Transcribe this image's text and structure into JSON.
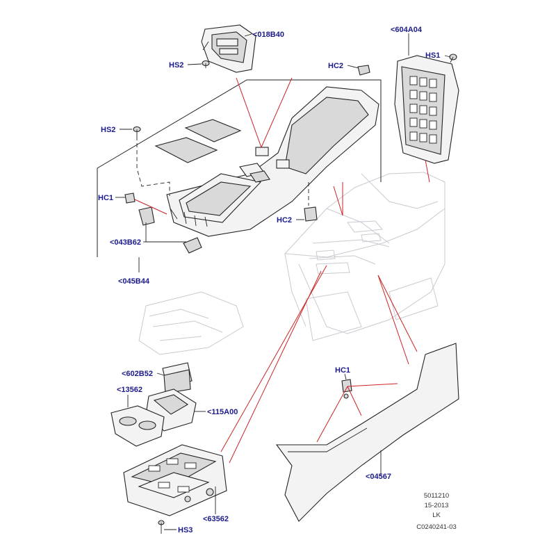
{
  "colors": {
    "label": "#1a1a8c",
    "callout": "#cc2222",
    "line": "#222222",
    "footer": "#333333"
  },
  "labels": {
    "p018b40": "<018B40",
    "p604a04": "<604A04",
    "hs1": "HS1",
    "hs2_top": "HS2",
    "hc2_top": "HC2",
    "hs2_mid": "HS2",
    "hc1_left": "HC1",
    "hc2_mid": "HC2",
    "p043b62": "<043B62",
    "p045b44": "<045B44",
    "p602b52": "<602B52",
    "p13562": "<13562",
    "p115a00": "<115A00",
    "hc1_right": "HC1",
    "p04567": "<04567",
    "p63562": "<63562",
    "hs3": "HS3"
  },
  "footer": {
    "line1": "5011210",
    "line2": "15-2013",
    "line3": "LK",
    "line4": "C0240241-03"
  }
}
